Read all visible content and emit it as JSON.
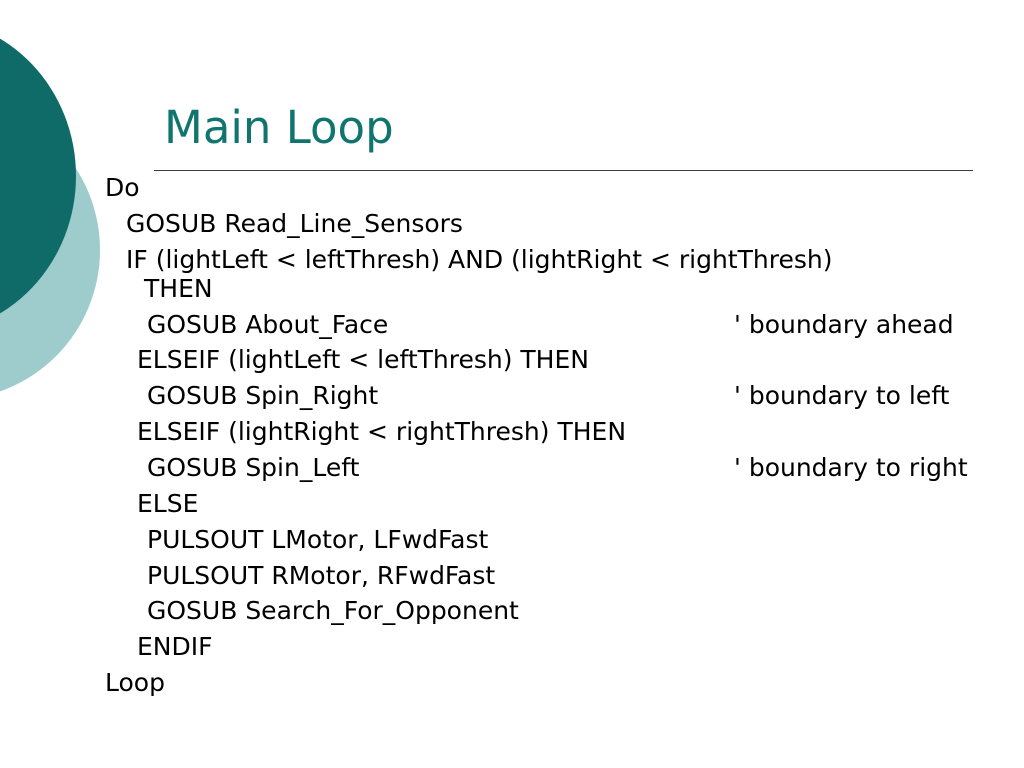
{
  "slide": {
    "title": "Main Loop",
    "lines": [
      "Do",
      "GOSUB Read_Line_Sensors",
      "IF (lightLeft < leftThresh) AND (lightRight < rightThresh)",
      "THEN",
      "GOSUB About_Face",
      "ELSEIF (lightLeft < leftThresh) THEN",
      "GOSUB Spin_Right",
      "ELSEIF (lightRight < rightThresh) THEN",
      "GOSUB Spin_Left",
      "ELSE",
      "PULSOUT LMotor, LFwdFast",
      "PULSOUT RMotor, RFwdFast",
      "GOSUB Search_For_Opponent",
      "ENDIF",
      "Loop"
    ],
    "comments": {
      "about_face": "' boundary ahead",
      "spin_right": "' boundary to left",
      "spin_left": "' boundary to right"
    }
  },
  "colors": {
    "title": "#10746f",
    "circle_dark": "#0e6b68",
    "circle_light": "#9ecbcc"
  }
}
